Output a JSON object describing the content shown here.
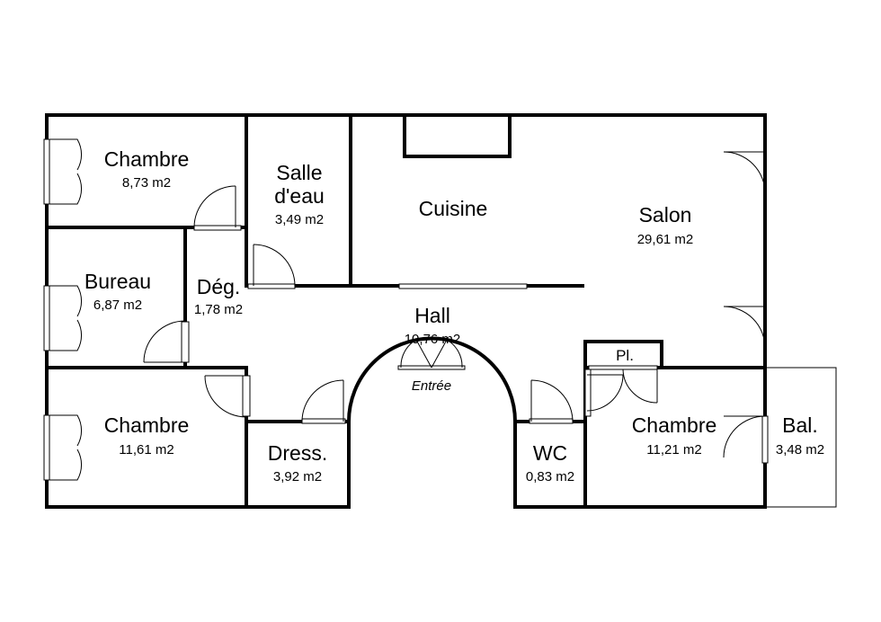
{
  "rooms": {
    "chambre1": {
      "name": "Chambre",
      "area": "8,73 m2"
    },
    "salle_eau": {
      "name1": "Salle",
      "name2": "d'eau",
      "area": "3,49 m2"
    },
    "cuisine": {
      "name": "Cuisine"
    },
    "salon": {
      "name": "Salon",
      "area": "29,61 m2"
    },
    "bureau": {
      "name": "Bureau",
      "area": "6,87 m2"
    },
    "degagement": {
      "name": "Dég.",
      "area": "1,78 m2"
    },
    "hall": {
      "name": "Hall",
      "area": "10,76 m2"
    },
    "placard": {
      "name": "Pl."
    },
    "chambre2": {
      "name": "Chambre",
      "area": "11,61 m2"
    },
    "dressing": {
      "name": "Dress.",
      "area": "3,92 m2"
    },
    "wc": {
      "name": "WC",
      "area": "0,83 m2"
    },
    "chambre3": {
      "name": "Chambre",
      "area": "11,21 m2"
    },
    "balcon": {
      "name": "Bal.",
      "area": "3,48 m2"
    }
  },
  "entrance": {
    "label": "Entrée"
  }
}
